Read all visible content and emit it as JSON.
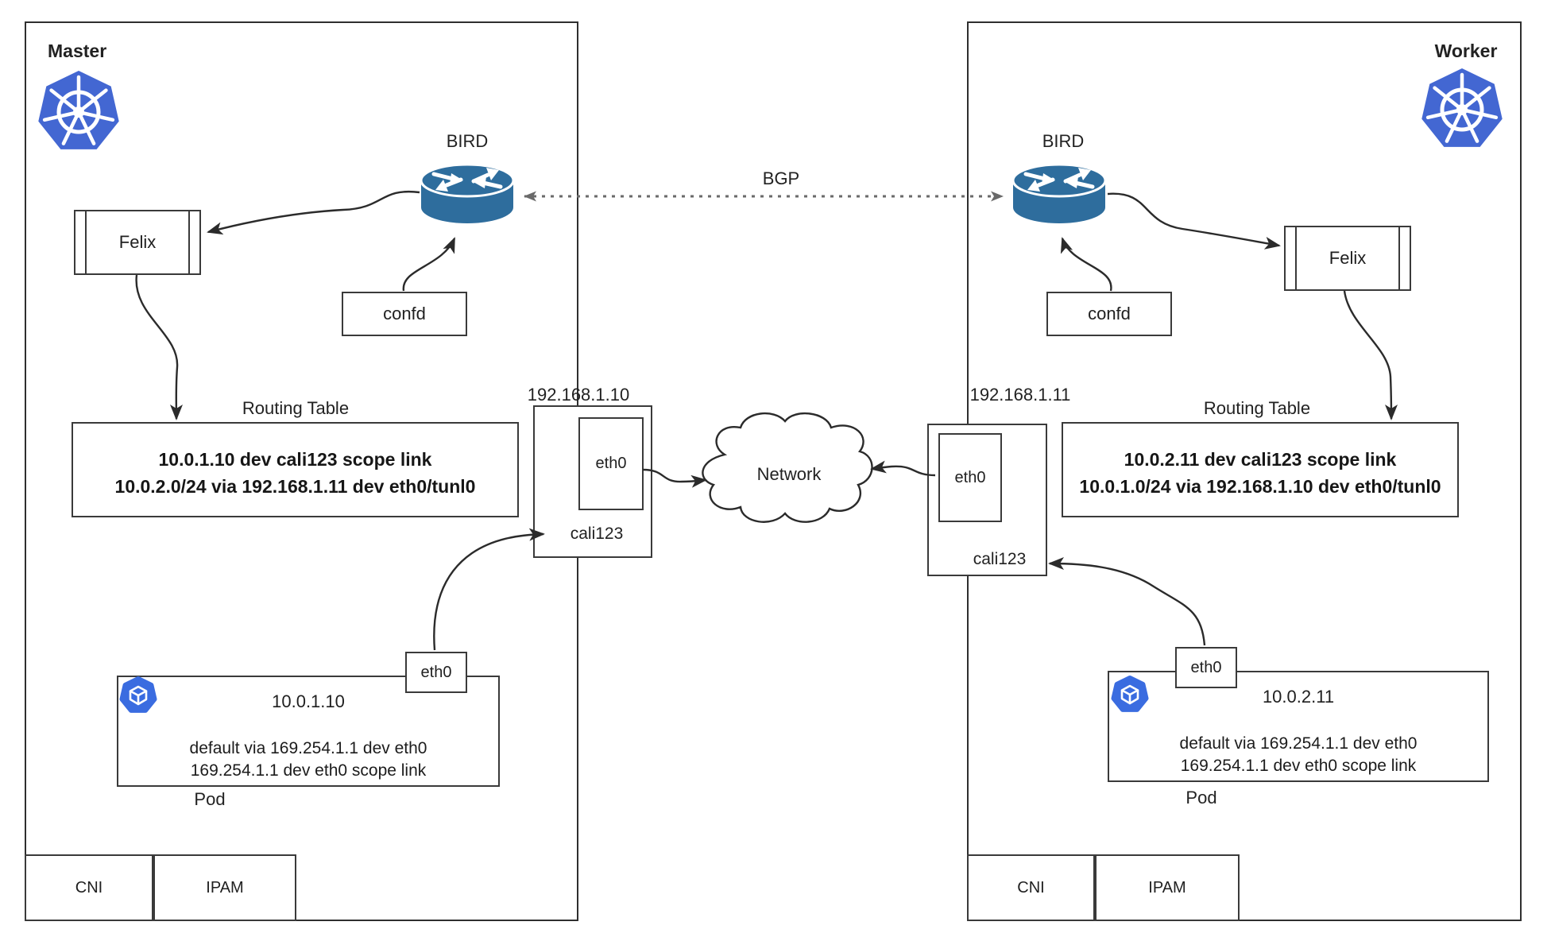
{
  "master": {
    "label": "Master",
    "ip": "192.168.1.10",
    "bird_label": "BIRD",
    "felix_label": "Felix",
    "confd_label": "confd",
    "routing_table_title": "Routing Table",
    "route_line1": "10.0.1.10 dev cali123 scope link",
    "route_line2": "10.0.2.0/24 via 192.168.1.11 dev eth0/tunl0",
    "nic_eth0": "eth0",
    "nic_cali": "cali123",
    "pod": {
      "ip": "10.0.1.10",
      "eth0": "eth0",
      "route1": "default via 169.254.1.1 dev eth0",
      "route2": "169.254.1.1 dev eth0 scope link",
      "caption": "Pod"
    },
    "cni": "CNI",
    "ipam": "IPAM"
  },
  "worker": {
    "label": "Worker",
    "ip": "192.168.1.11",
    "bird_label": "BIRD",
    "felix_label": "Felix",
    "confd_label": "confd",
    "routing_table_title": "Routing Table",
    "route_line1": "10.0.2.11 dev cali123 scope link",
    "route_line2": "10.0.1.0/24 via 192.168.1.10 dev eth0/tunl0",
    "nic_eth0": "eth0",
    "nic_cali": "cali123",
    "pod": {
      "ip": "10.0.2.11",
      "eth0": "eth0",
      "route1": "default via 169.254.1.1 dev eth0",
      "route2": "169.254.1.1 dev eth0 scope link",
      "caption": "Pod"
    },
    "cni": "CNI",
    "ipam": "IPAM"
  },
  "links": {
    "bgp_label": "BGP",
    "network_label": "Network"
  },
  "colors": {
    "kubernetes_blue": "#4367d2",
    "router_blue": "#2e6d9d",
    "pod_icon_blue": "#3a6ce0",
    "line_dark": "#2b2b2b",
    "bgp_gray": "#6a6a6a",
    "background": "#ffffff"
  },
  "icons": {
    "kubernetes_logo": "ship-wheel-in-heptagon",
    "bird_router": "router-cylinder-with-arrows",
    "pod_icon": "cube-in-heptagon",
    "network": "cloud"
  }
}
